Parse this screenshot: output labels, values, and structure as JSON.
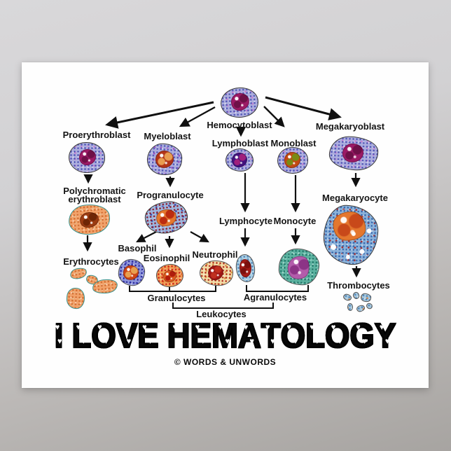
{
  "poster": {
    "title": "I LOVE HEMATOLOGY",
    "title_heart_glyph": "♥",
    "credit": "© WORDS & UNWORDS"
  },
  "diagram": {
    "nodes": {
      "hemocytoblast": "Hemocytoblast",
      "proerythroblast": "Proerythroblast",
      "myeloblast": "Myeloblast",
      "lymphoblast": "Lymphoblast",
      "monoblast": "Monoblast",
      "megakaryoblast": "Megakaryoblast",
      "polychromatic_erythroblast": "Polychromatic erythroblast",
      "progranulocyte": "Progranulocyte",
      "lymphocyte": "Lymphocyte",
      "monocyte": "Monocyte",
      "megakaryocyte": "Megakaryocyte",
      "erythrocytes": "Erythrocytes",
      "basophil": "Basophil",
      "eosinophil": "Eosinophil",
      "neutrophil": "Neutrophil",
      "thrombocytes": "Thrombocytes"
    },
    "groups": {
      "granulocytes": {
        "label": "Granulocytes",
        "members": [
          "basophil",
          "eosinophil",
          "neutrophil"
        ]
      },
      "agranulocytes": {
        "label": "Agranulocytes",
        "members": [
          "lymphocyte",
          "monocyte"
        ]
      },
      "leukocytes": {
        "label": "Leukocytes",
        "members": [
          "granulocytes",
          "agranulocytes"
        ]
      }
    },
    "edges": [
      {
        "from": "hemocytoblast",
        "to": "proerythroblast"
      },
      {
        "from": "hemocytoblast",
        "to": "myeloblast"
      },
      {
        "from": "hemocytoblast",
        "to": "lymphoblast"
      },
      {
        "from": "hemocytoblast",
        "to": "monoblast"
      },
      {
        "from": "hemocytoblast",
        "to": "megakaryoblast"
      },
      {
        "from": "proerythroblast",
        "to": "polychromatic_erythroblast"
      },
      {
        "from": "polychromatic_erythroblast",
        "to": "erythrocytes"
      },
      {
        "from": "myeloblast",
        "to": "progranulocyte"
      },
      {
        "from": "progranulocyte",
        "to": "basophil"
      },
      {
        "from": "progranulocyte",
        "to": "eosinophil"
      },
      {
        "from": "progranulocyte",
        "to": "neutrophil"
      },
      {
        "from": "lymphoblast",
        "to": "lymphocyte"
      },
      {
        "from": "monoblast",
        "to": "monocyte"
      },
      {
        "from": "megakaryoblast",
        "to": "megakaryocyte"
      },
      {
        "from": "megakaryocyte",
        "to": "thrombocytes"
      }
    ],
    "cell_styles": {
      "blast": {
        "body": "#acaede",
        "speckle": "#4c50b4",
        "speckle2": "#c77fd0",
        "border": "#3a3a3a",
        "nucleus": "#9c1a66",
        "nucleus2": "#6e1048"
      },
      "myeloblast": {
        "body": "#acaede",
        "speckle": "#4c50b4",
        "speckle2": "#9a49c0",
        "border": "#3a3a3a",
        "nucleus": "#b23418",
        "nucleus2": "#e89c50"
      },
      "lymphoblast": {
        "body": "#acaede",
        "speckle": "#4c50b4",
        "speckle2": "#c77fd0",
        "border": "#3a3a3a",
        "nucleus": "#42127e",
        "nucleus2": "#a0207c"
      },
      "monoblast": {
        "body": "#acaede",
        "speckle": "#4c50b4",
        "speckle2": "#c77fd0",
        "border": "#3a3a3a",
        "nucleus": "#c24a14",
        "nucleus2": "#7a8a14"
      },
      "erythroid": {
        "body": "#f2a26a",
        "speckle": "#cf6a2e",
        "speckle2": "#e8c090",
        "border": "#37928e",
        "nucleus": "#9c3c12",
        "nucleus2": "#6e2606"
      },
      "erythrocyte": {
        "body": "#f2a26a",
        "speckle": "#cf6a2e",
        "speckle2": "#e8c090",
        "border": "#37928e"
      },
      "progranulocyte": {
        "body": "#9db6de",
        "speckle": "#8c1424",
        "speckle2": "#2e3ea6",
        "border": "#3a3a3a",
        "nucleus": "#e4772e",
        "nucleus2": "#bc2c10"
      },
      "basophil": {
        "body": "#8f96da",
        "speckle": "#24249a",
        "speckle2": "#4444c0",
        "border": "#555555",
        "nucleus": "#cd4416",
        "nucleus2": "#e8a050"
      },
      "eosinophil": {
        "body": "#f0a058",
        "speckle": "#cc1c10",
        "speckle2": "#e06028",
        "border": "#555555",
        "nucleus": "#dd5c20",
        "nucleus2": "#b01c0c"
      },
      "neutrophil": {
        "body": "#f2dca6",
        "speckle": "#b02414",
        "speckle2": "#d88c3c",
        "border": "#555555",
        "nucleus": "#a01614",
        "nucleus2": "#c03020"
      },
      "lymphocyte": {
        "body": "#abcfe4",
        "speckle": "#4a80b4",
        "speckle2": "#86b4d4",
        "border": "#555555",
        "nucleus": "#a31b16",
        "nucleus2": "#7c100e"
      },
      "monocyte": {
        "body": "#5cb2a0",
        "speckle": "#1e7466",
        "speckle2": "#8cd0c0",
        "border": "#555555",
        "nucleus": "#b35cab",
        "nucleus2": "#8c3486"
      },
      "megakaryocyte": {
        "body": "#8cb2da",
        "speckle": "#2e62aa",
        "speckle2": "#a62222",
        "border": "#3a3a3a",
        "nucleus": "#e4772e",
        "nucleus2": "#c8491a"
      },
      "thrombocyte": {
        "body": "#a6c8de",
        "speckle": "#4a80b4",
        "speckle2": "#d08040",
        "border": "#555555"
      }
    }
  },
  "colors": {
    "background_top": "#d9d8da",
    "background_bottom": "#a7a4a1",
    "poster": "#fefefe",
    "ink": "#111111",
    "title_heart": "#ffffff"
  }
}
